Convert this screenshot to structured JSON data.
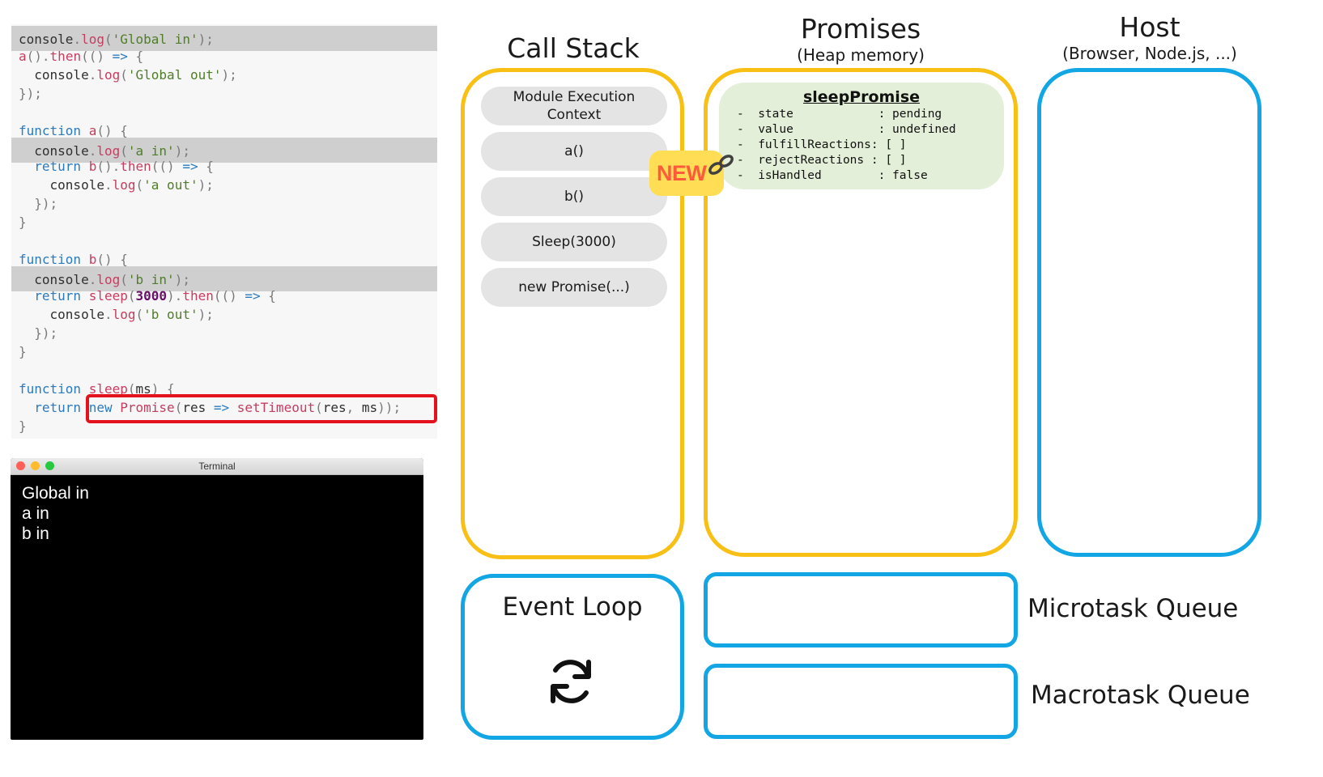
{
  "code": {
    "lines": [
      {
        "tokens": [
          [
            "pl",
            "console"
          ],
          [
            "pu",
            "."
          ],
          [
            "fn",
            "log"
          ],
          [
            "pu",
            "("
          ],
          [
            "str",
            "'Global in'"
          ],
          [
            "pu",
            ");"
          ]
        ]
      },
      {
        "tokens": [
          [
            "fn",
            "a"
          ],
          [
            "pu",
            "()."
          ],
          [
            "fn",
            "then"
          ],
          [
            "pu",
            "(() "
          ],
          [
            "kw",
            "=>"
          ],
          [
            "pu",
            " {"
          ]
        ]
      },
      {
        "tokens": [
          [
            "pl",
            "  console"
          ],
          [
            "pu",
            "."
          ],
          [
            "fn",
            "log"
          ],
          [
            "pu",
            "("
          ],
          [
            "str",
            "'Global out'"
          ],
          [
            "pu",
            ");"
          ]
        ]
      },
      {
        "tokens": [
          [
            "pu",
            "});"
          ]
        ]
      },
      {
        "tokens": []
      },
      {
        "tokens": [
          [
            "kw",
            "function"
          ],
          [
            "pl",
            " "
          ],
          [
            "fn",
            "a"
          ],
          [
            "pu",
            "() {"
          ]
        ]
      },
      {
        "tokens": [
          [
            "pl",
            "  console"
          ],
          [
            "pu",
            "."
          ],
          [
            "fn",
            "log"
          ],
          [
            "pu",
            "("
          ],
          [
            "str",
            "'a in'"
          ],
          [
            "pu",
            ");"
          ]
        ]
      },
      {
        "tokens": [
          [
            "pl",
            "  "
          ],
          [
            "kw",
            "return"
          ],
          [
            "pl",
            " "
          ],
          [
            "fn",
            "b"
          ],
          [
            "pu",
            "()."
          ],
          [
            "fn",
            "then"
          ],
          [
            "pu",
            "(() "
          ],
          [
            "kw",
            "=>"
          ],
          [
            "pu",
            " {"
          ]
        ]
      },
      {
        "tokens": [
          [
            "pl",
            "    console"
          ],
          [
            "pu",
            "."
          ],
          [
            "fn",
            "log"
          ],
          [
            "pu",
            "("
          ],
          [
            "str",
            "'a out'"
          ],
          [
            "pu",
            ");"
          ]
        ]
      },
      {
        "tokens": [
          [
            "pu",
            "  });"
          ]
        ]
      },
      {
        "tokens": [
          [
            "pu",
            "}"
          ]
        ]
      },
      {
        "tokens": []
      },
      {
        "tokens": [
          [
            "kw",
            "function"
          ],
          [
            "pl",
            " "
          ],
          [
            "fn",
            "b"
          ],
          [
            "pu",
            "() {"
          ]
        ]
      },
      {
        "tokens": [
          [
            "pl",
            "  console"
          ],
          [
            "pu",
            "."
          ],
          [
            "fn",
            "log"
          ],
          [
            "pu",
            "("
          ],
          [
            "str",
            "'b in'"
          ],
          [
            "pu",
            ");"
          ]
        ]
      },
      {
        "tokens": [
          [
            "pl",
            "  "
          ],
          [
            "kw",
            "return"
          ],
          [
            "pl",
            " "
          ],
          [
            "fn",
            "sleep"
          ],
          [
            "pu",
            "("
          ],
          [
            "num",
            "3000"
          ],
          [
            "pu",
            ")."
          ],
          [
            "fn",
            "then"
          ],
          [
            "pu",
            "(() "
          ],
          [
            "kw",
            "=>"
          ],
          [
            "pu",
            " {"
          ]
        ]
      },
      {
        "tokens": [
          [
            "pl",
            "    console"
          ],
          [
            "pu",
            "."
          ],
          [
            "fn",
            "log"
          ],
          [
            "pu",
            "("
          ],
          [
            "str",
            "'b out'"
          ],
          [
            "pu",
            ");"
          ]
        ]
      },
      {
        "tokens": [
          [
            "pu",
            "  });"
          ]
        ]
      },
      {
        "tokens": [
          [
            "pu",
            "}"
          ]
        ]
      },
      {
        "tokens": []
      },
      {
        "tokens": [
          [
            "kw",
            "function"
          ],
          [
            "pl",
            " "
          ],
          [
            "fn",
            "sleep"
          ],
          [
            "pu",
            "("
          ],
          [
            "pl",
            "ms"
          ],
          [
            "pu",
            ") {"
          ]
        ]
      },
      {
        "tokens": [
          [
            "pl",
            "  "
          ],
          [
            "kw",
            "return"
          ],
          [
            "pl",
            " "
          ],
          [
            "kw",
            "new"
          ],
          [
            "pl",
            " "
          ],
          [
            "fn",
            "Promise"
          ],
          [
            "pu",
            "("
          ],
          [
            "pl",
            "res "
          ],
          [
            "kw",
            "=>"
          ],
          [
            "pl",
            " "
          ],
          [
            "fn",
            "setTimeout"
          ],
          [
            "pu",
            "("
          ],
          [
            "pl",
            "res"
          ],
          [
            "pu",
            ", "
          ],
          [
            "pl",
            "ms"
          ],
          [
            "pu",
            "));"
          ]
        ]
      },
      {
        "tokens": [
          [
            "pu",
            "}"
          ]
        ]
      }
    ]
  },
  "terminal": {
    "title": "Terminal",
    "output": [
      "Global in",
      "a in",
      "b in"
    ]
  },
  "call_stack": {
    "title": "Call Stack",
    "frames": [
      "Module Execution\nContext",
      "a()",
      "b()",
      "Sleep(3000)",
      "new Promise(...)"
    ]
  },
  "promises": {
    "title": "Promises",
    "subtitle": "(Heap memory)",
    "new_badge": "NEW",
    "card": {
      "name": "sleepPromise",
      "props": [
        "-  state            : pending",
        "-  value            : undefined",
        "-  fulfillReactions: [ ]",
        "-  rejectReactions : [ ]",
        "-  isHandled        : false"
      ]
    }
  },
  "host": {
    "title": "Host",
    "subtitle": "(Browser, Node.js, ...)"
  },
  "event_loop": {
    "title": "Event Loop"
  },
  "queues": {
    "microtask": "Microtask Queue",
    "macrotask": "Macrotask Queue"
  },
  "colors": {
    "yellow_border": "#f8bf15",
    "blue_border": "#13a6e4",
    "highlight_red": "#e3121c",
    "promise_card_bg": "#e3efd8",
    "new_badge_bg": "#ffdd55",
    "new_badge_text": "#ff5a3c"
  },
  "icons": [
    "refresh-icon",
    "link-icon"
  ]
}
